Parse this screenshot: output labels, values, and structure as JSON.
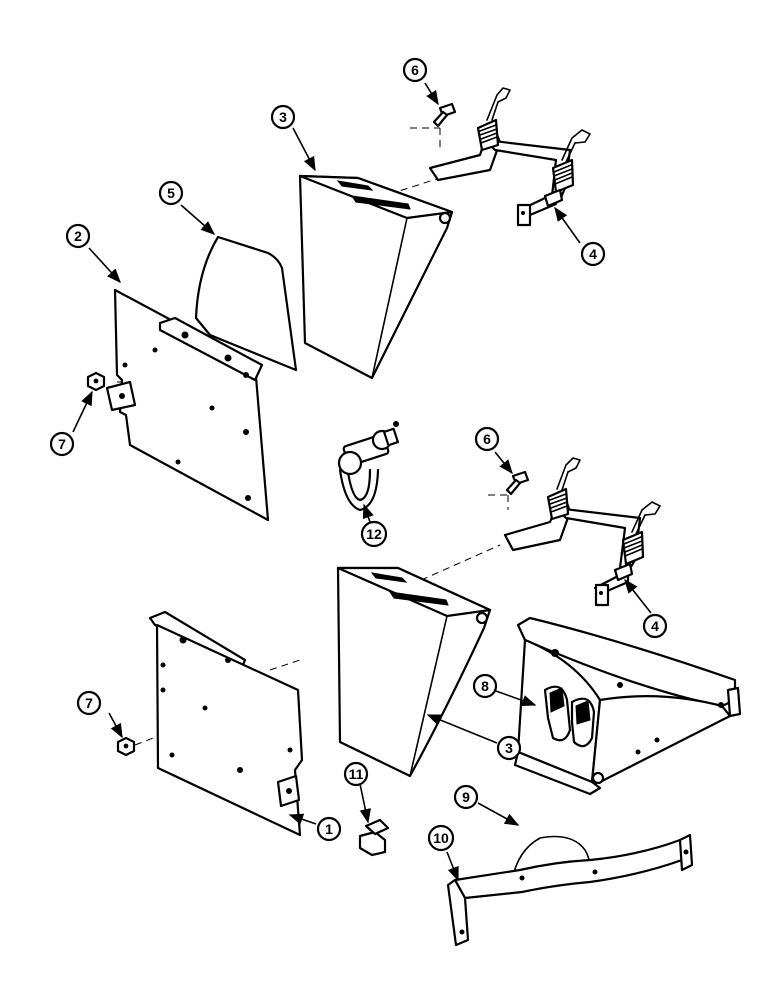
{
  "callouts": [
    {
      "id": "c1",
      "label": "1"
    },
    {
      "id": "c2",
      "label": "2"
    },
    {
      "id": "c3a",
      "label": "3"
    },
    {
      "id": "c3b",
      "label": "3"
    },
    {
      "id": "c4a",
      "label": "4"
    },
    {
      "id": "c4b",
      "label": "4"
    },
    {
      "id": "c5",
      "label": "5"
    },
    {
      "id": "c6a",
      "label": "6"
    },
    {
      "id": "c6b",
      "label": "6"
    },
    {
      "id": "c7a",
      "label": "7"
    },
    {
      "id": "c7b",
      "label": "7"
    },
    {
      "id": "c8",
      "label": "8"
    },
    {
      "id": "c9",
      "label": "9"
    },
    {
      "id": "c10",
      "label": "10"
    },
    {
      "id": "c11",
      "label": "11"
    },
    {
      "id": "c12",
      "label": "12"
    }
  ]
}
